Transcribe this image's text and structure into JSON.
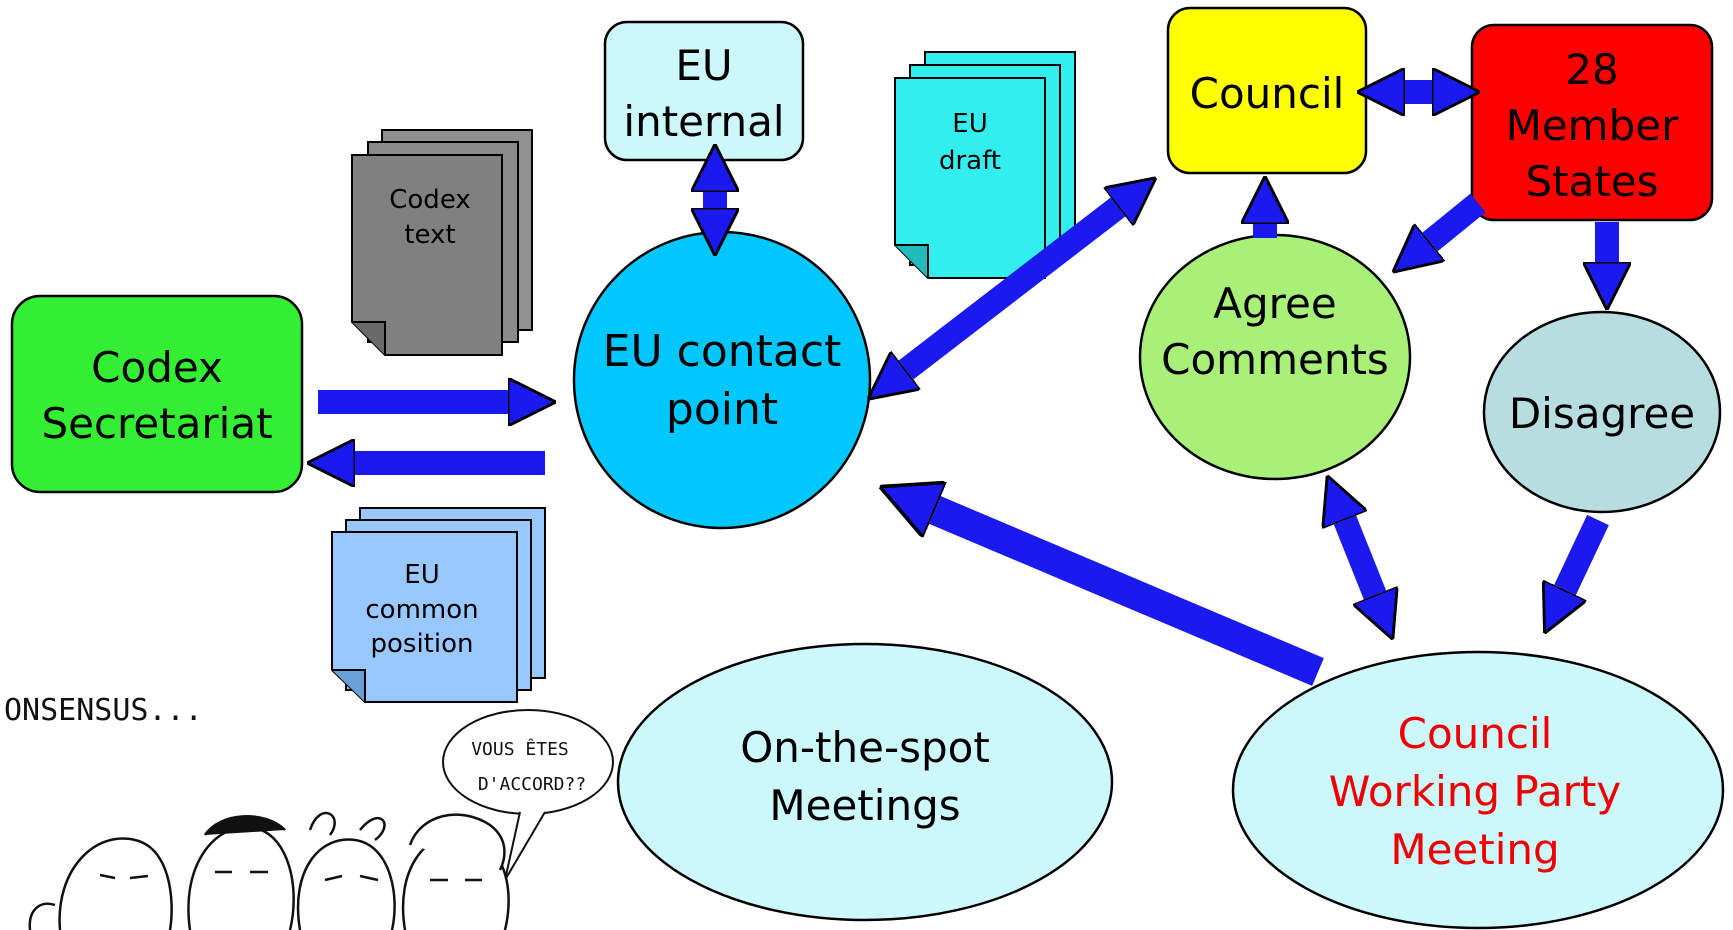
{
  "nodes": {
    "codex_secretariat": {
      "line1": "Codex",
      "line2": "Secretariat"
    },
    "eu_internal": {
      "line1": "EU",
      "line2": "internal"
    },
    "council": {
      "label": "Council"
    },
    "member_states": {
      "line1": "28",
      "line2": "Member",
      "line3": "States"
    },
    "eu_contact_point": {
      "line1": "EU contact",
      "line2": "point"
    },
    "agree_comments": {
      "line1": "Agree",
      "line2": "Comments"
    },
    "disagree": {
      "label": "Disagree"
    },
    "on_the_spot": {
      "line1": "On-the-spot",
      "line2": "Meetings"
    },
    "council_working_party": {
      "line1": "Council",
      "line2": "Working Party",
      "line3": "Meeting"
    }
  },
  "documents": {
    "codex_text": {
      "line1": "Codex",
      "line2": "text"
    },
    "eu_draft": {
      "line1": "EU",
      "line2": "draft"
    },
    "eu_common_position": {
      "line1": "EU",
      "line2": "common",
      "line3": "position"
    }
  },
  "cartoon": {
    "caption": "ONSENSUS...",
    "speech_line1": "VOUS ÊTES",
    "speech_line2": "D'ACCORD??"
  },
  "colors": {
    "arrow": "#1a1aee",
    "codex_secretariat": "#33ee33",
    "eu_internal": "#ccf7fb",
    "council": "#ffff00",
    "member_states": "#ff0000",
    "eu_contact_point": "#00c8ff",
    "agree_comments": "#a8f078",
    "disagree": "#b8dde0",
    "light_ellipse": "#ccf7fb",
    "codex_text_doc": "#808080",
    "eu_draft_doc": "#33eeee",
    "eu_common_position_doc": "#99c8ff",
    "working_party_text": "#ee0000"
  }
}
